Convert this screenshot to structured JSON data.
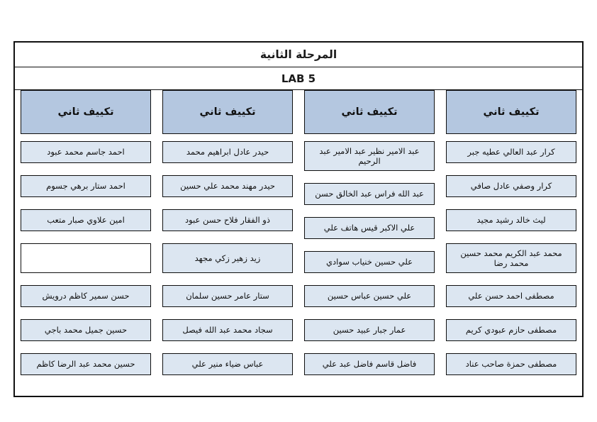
{
  "document": {
    "stage_title": "المرحلة الثانية",
    "lab_title": "LAB 5",
    "colors": {
      "header_fill": "#b4c7e0",
      "cell_fill": "#dce6f1",
      "border": "#0f0f0f",
      "page_background": "#ffffff"
    }
  },
  "columns": [
    {
      "header": "تكييف ثاني",
      "names": [
        "احمد جاسم محمد عبود",
        "احمد ستار برهي جسوم",
        "امين علاوي صبار متعب",
        "",
        "حسن سمير كاظم درويش",
        "حسين جميل محمد باجي",
        "حسين محمد عبد الرضا كاظم"
      ]
    },
    {
      "header": "تكييف ثاني",
      "names": [
        "حيدر عادل ابراهيم محمد",
        "حيدر مهند محمد علي حسين",
        "ذو الفقار فلاح حسن عبود",
        "زيد زهير زكي مجهد",
        "ستار عامر حسين سلمان",
        "سجاد محمد عبد الله فيصل",
        "عباس ضياء منير علي"
      ]
    },
    {
      "header": "تكييف ثاني",
      "names": [
        "عبد الامير نظير عبد الامير عبد الرحيم",
        "عبد الله فراس عبد الخالق حسن",
        "علي الاكبر قيس هاتف علي",
        "علي حسين خنياب سوادي",
        "علي حسين عباس حسين",
        "عمار جبار عبيد حسين",
        "فاضل قاسم فاضل عبد علي"
      ]
    },
    {
      "header": "تكييف ثاني",
      "names": [
        "كرار عبد العالي عطيه جبر",
        "كرار وصفي عادل صافي",
        "ليث خالد رشيد مجيد",
        "محمد عبد الكريم محمد حسين محمد رضا",
        "مصطفى احمد حسن علي",
        "مصطفى حازم عبودي كريم",
        "مصطفى حمزة صاحب عناد"
      ]
    }
  ]
}
